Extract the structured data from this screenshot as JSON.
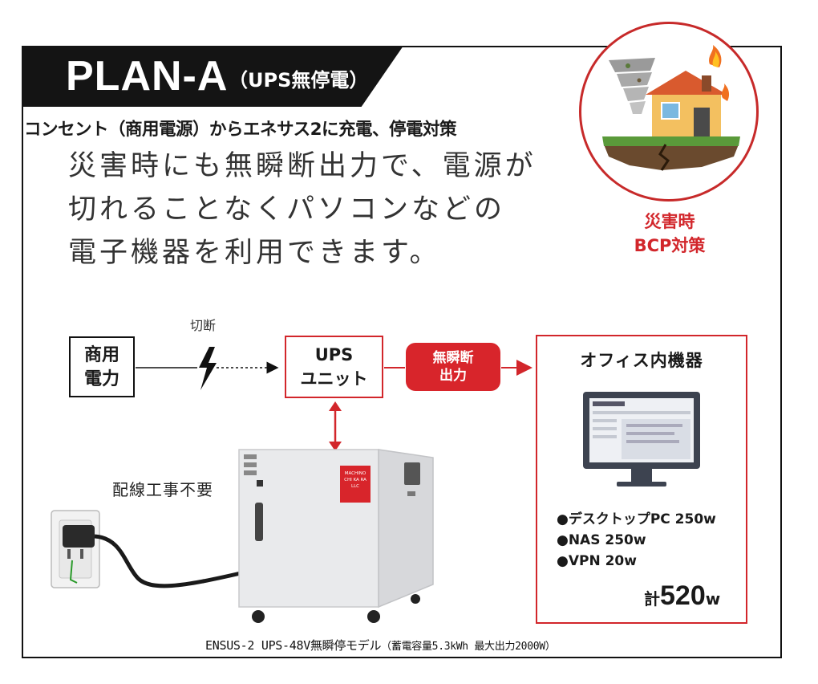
{
  "plan": {
    "title": "PLAN-A",
    "subtitle": "（UPS無停電）"
  },
  "headline": "コンセント（商用電源）からエネサス2に充電、停電対策",
  "description": [
    "災害時にも無瞬断出力で、電源が",
    "切れることなくパソコンなどの",
    "電子機器を利用できます。"
  ],
  "disaster": {
    "line1": "災害時",
    "line2": "BCP対策"
  },
  "diagram": {
    "source_line1": "商用",
    "source_line2": "電力",
    "cut_label": "切断",
    "ups_line1": "UPS",
    "ups_line2": "ユニット",
    "output_line1": "無瞬断",
    "output_line2": "出力",
    "office_title": "オフィス内機器",
    "no_wiring": "配線工事不要",
    "unit_logo": [
      "MACHINO",
      "CHI KA RA",
      "LLC"
    ]
  },
  "devices": [
    "●デスクトップPC 250w",
    "●NAS 250w",
    "●VPN 20w"
  ],
  "total": {
    "prefix": "計",
    "value": "520",
    "unit": "w"
  },
  "caption": {
    "main": "ENSUS-2 UPS-48V無瞬停モデル",
    "detail": "（蓄電容量5.3kWh 最大出力2000W）"
  },
  "colors": {
    "accent_red": "#d2262b",
    "black": "#141414"
  }
}
